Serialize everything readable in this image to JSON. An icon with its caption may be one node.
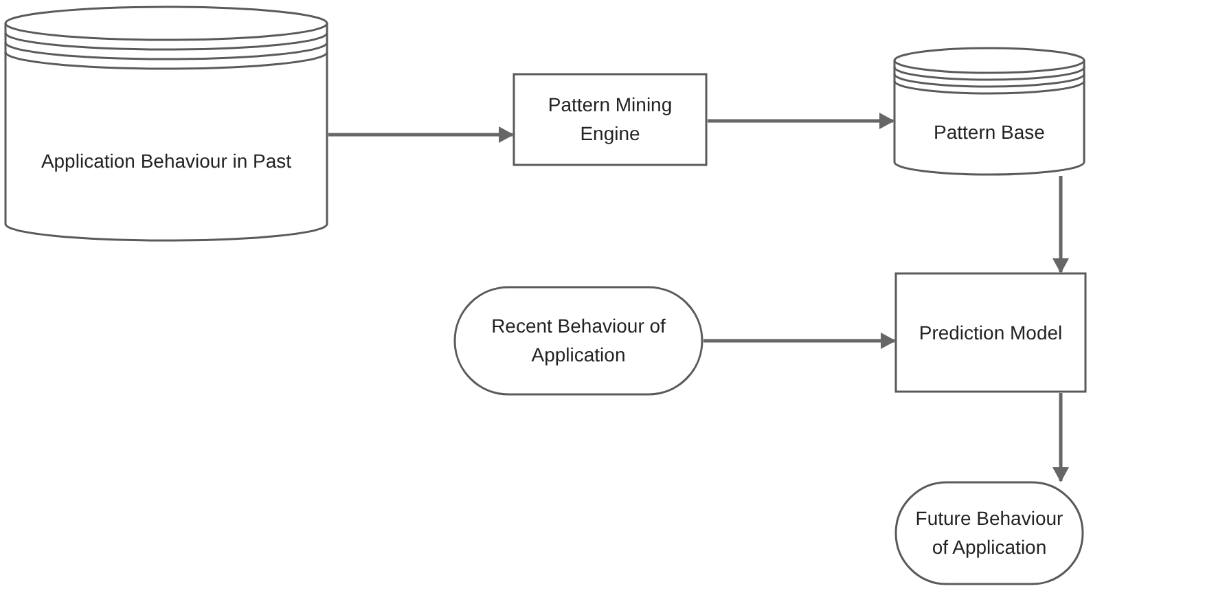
{
  "diagram": {
    "nodes": [
      {
        "text": [
          "Application Behaviour in Past"
        ]
      },
      {
        "text": [
          "Pattern Mining Engine"
        ]
      },
      {
        "text": [
          "Pattern Base"
        ]
      },
      {
        "text": [
          "Recent Behaviour of Application"
        ]
      },
      {
        "text": [
          "Prediction Model"
        ]
      },
      {
        "text": [
          "Future Behaviour of Application"
        ]
      }
    ],
    "edges": [
      {
        "from": 0,
        "to": 1,
        "arrow": "to"
      },
      {
        "from": 1,
        "to": 2,
        "arrow": "to"
      },
      {
        "from": 2,
        "to": 4,
        "arrow": "to"
      },
      {
        "from": 3,
        "to": 4,
        "arrow": "to"
      },
      {
        "from": 4,
        "to": 5,
        "arrow": "to"
      }
    ]
  }
}
